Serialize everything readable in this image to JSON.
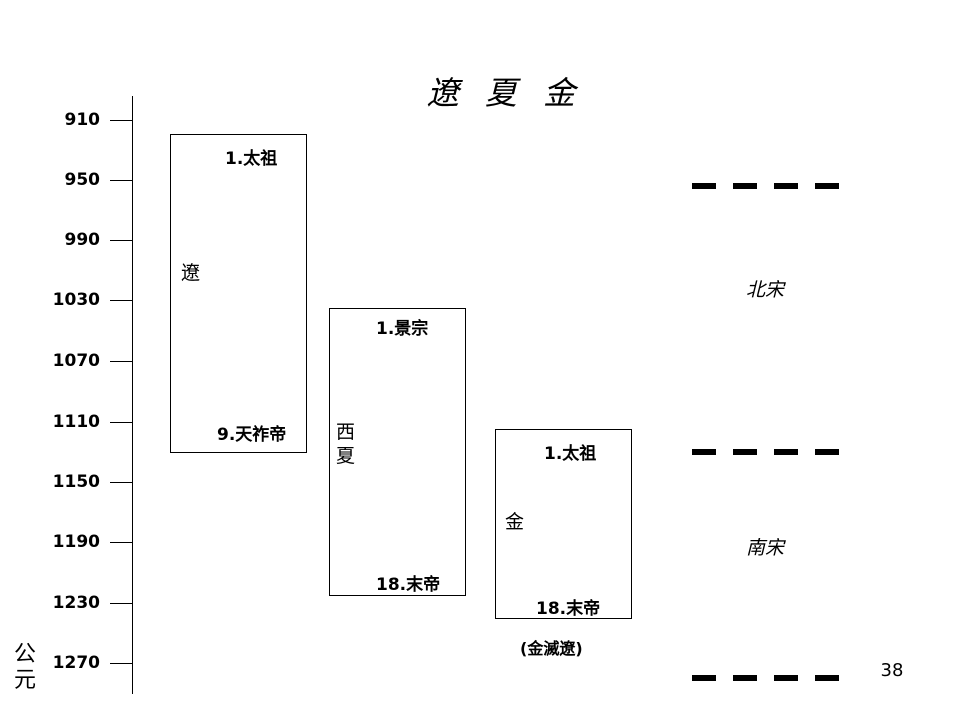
{
  "title": "遼 夏 金",
  "axis": {
    "ticks": [
      "910",
      "950",
      "990",
      "1030",
      "1070",
      "1110",
      "1150",
      "1190",
      "1230",
      "1270"
    ],
    "unit_label_line1": "公",
    "unit_label_line2": "元"
  },
  "liao": {
    "name": "遼",
    "first_ruler": "1.太祖",
    "last_ruler": "9.天祚帝"
  },
  "xixia": {
    "name_line1": "西",
    "name_line2": "夏",
    "first_ruler": "1.景宗",
    "last_ruler": "18.末帝"
  },
  "jin": {
    "name": "金",
    "first_ruler": "1.太祖",
    "last_ruler": "18.末帝",
    "note": "(金滅遼)"
  },
  "song": {
    "northern_label": "北宋",
    "southern_label": "南宋"
  },
  "page_number": "38"
}
